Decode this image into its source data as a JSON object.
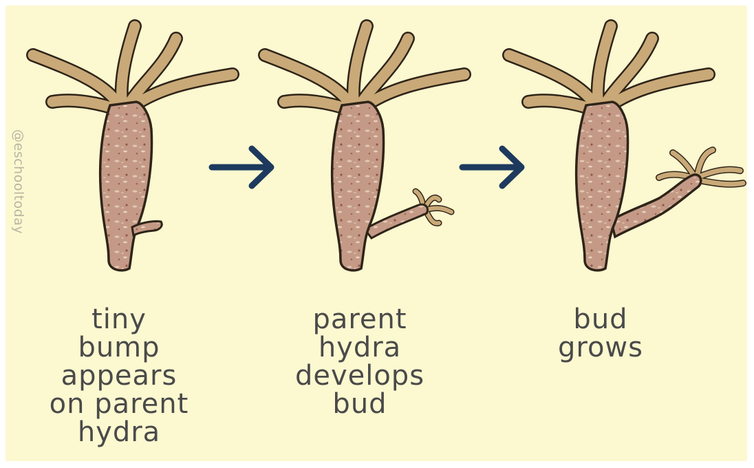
{
  "watermark": "@eschooltoday",
  "stages": [
    {
      "caption_lines": [
        "tiny",
        "bump",
        "appears",
        "on parent",
        "hydra"
      ]
    },
    {
      "caption_lines": [
        "parent",
        "hydra",
        "develops",
        "bud"
      ]
    },
    {
      "caption_lines": [
        "bud",
        "grows"
      ]
    }
  ],
  "colors": {
    "background": "#fcf8d0",
    "tentacle": "#c9a978",
    "body": "#c49a86",
    "outline": "#2e2418",
    "arrow": "#1d3a5e",
    "caption": "#4a4a4a"
  }
}
